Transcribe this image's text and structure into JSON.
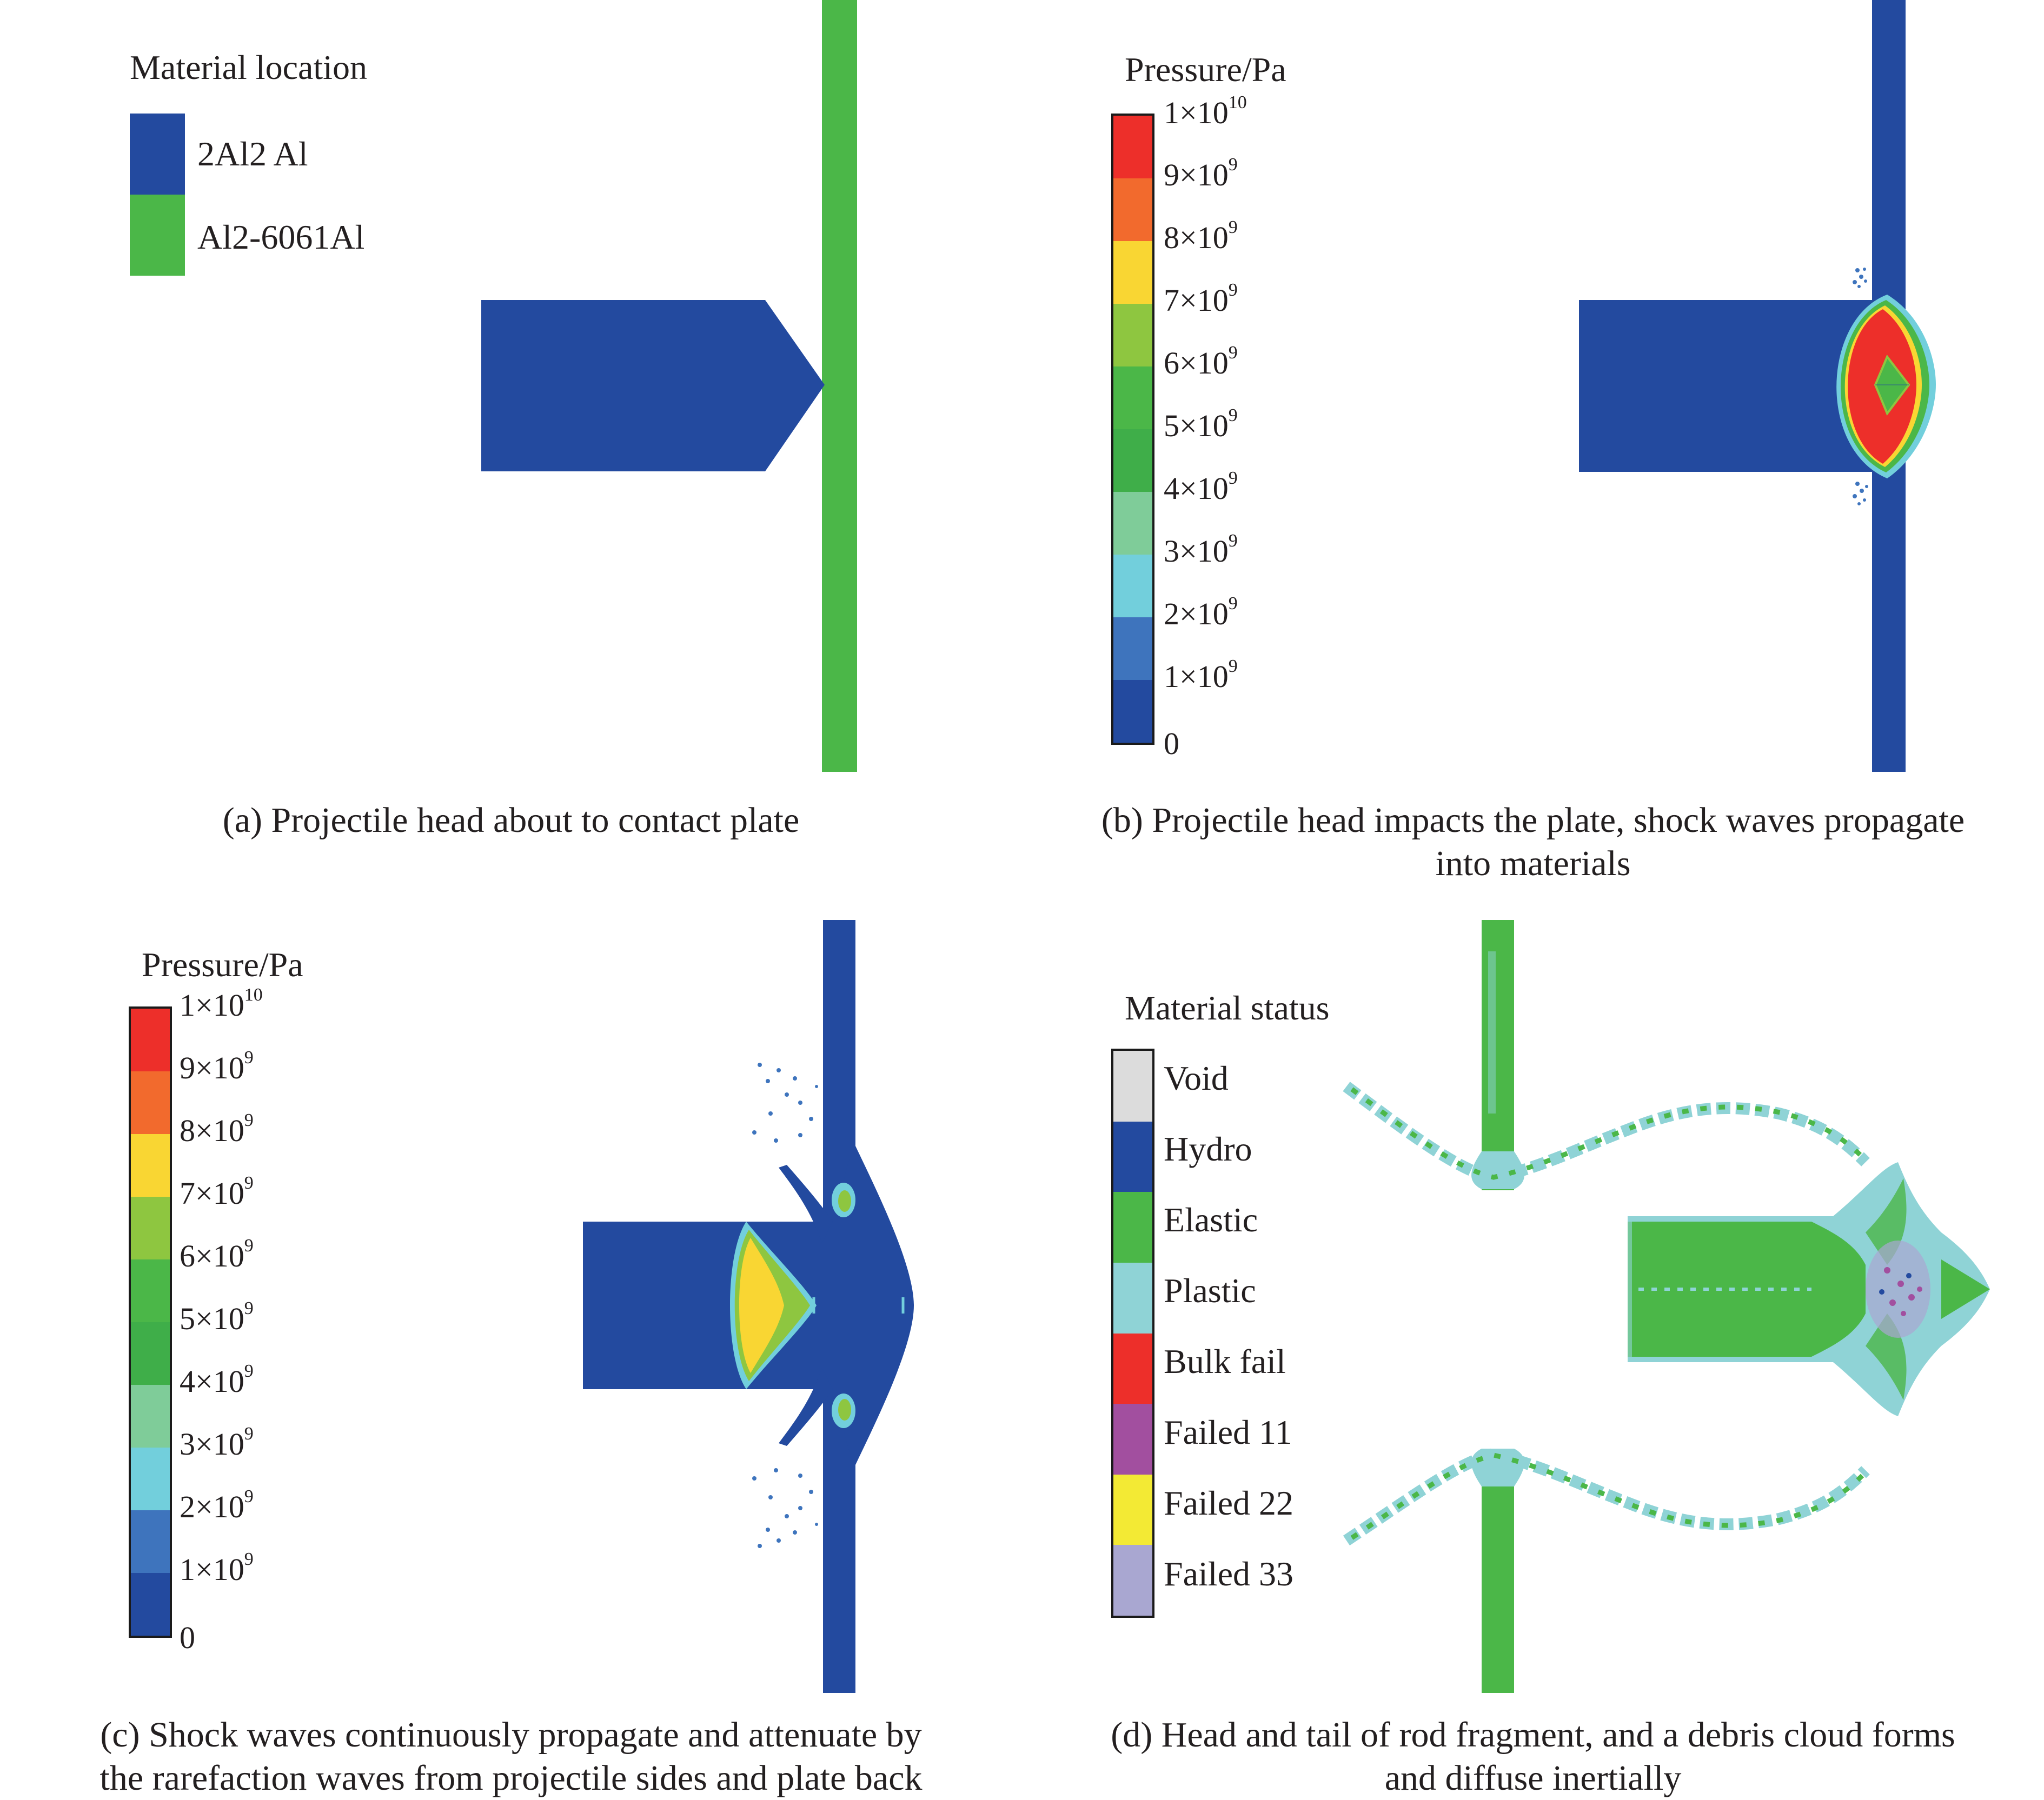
{
  "colors": {
    "projectile_blue": "#234a9f",
    "plate_green": "#4bb748",
    "red": "#ed2f2a",
    "orange": "#f26a2d",
    "yellow": "#f9d633",
    "light_green": "#8ec640",
    "green": "#4bb748",
    "mint": "#7fcc99",
    "cyan": "#72cfdc",
    "mid_blue": "#3e74bd",
    "dark_blue": "#234a9f"
  },
  "panel_a": {
    "legend_title": "Material location",
    "legend_items": [
      {
        "label": "2Al2 Al",
        "color": "#234a9f"
      },
      {
        "label": "Al2-6061Al",
        "color": "#4bb748"
      }
    ],
    "caption": "(a) Projectile head about to contact plate"
  },
  "panel_b": {
    "legend_title": "Pressure/Pa",
    "caption_line1": "(b) Projectile head impacts the plate, shock waves propagate",
    "caption_line2": "into materials"
  },
  "panel_c": {
    "legend_title": "Pressure/Pa",
    "caption_line1": "(c) Shock waves continuously propagate and attenuate by",
    "caption_line2": "the rarefaction waves from projectile sides and plate back"
  },
  "panel_d": {
    "legend_title": "Material status",
    "legend_items": [
      {
        "label": "Void",
        "color": "#dcdcdc"
      },
      {
        "label": "Hydro",
        "color": "#234a9f"
      },
      {
        "label": "Elastic",
        "color": "#4bb748"
      },
      {
        "label": "Plastic",
        "color": "#8fd3d6"
      },
      {
        "label": "Bulk fail",
        "color": "#ed2f2a"
      },
      {
        "label": "Failed 11",
        "color": "#a24f9f"
      },
      {
        "label": "Failed 22",
        "color": "#f3ea34"
      },
      {
        "label": "Failed 33",
        "color": "#a9a7d1"
      }
    ],
    "caption_line1": "(d) Head and tail of rod fragment, and a debris cloud forms",
    "caption_line2": "and diffuse inertially"
  },
  "pressure_scale": {
    "bands_top_to_bottom": [
      "#ed2f2a",
      "#f26a2d",
      "#f9d633",
      "#8ec640",
      "#4bb748",
      "#3fae49",
      "#7fcc99",
      "#72cfdc",
      "#3e74bd",
      "#234a9f"
    ],
    "ticks": [
      {
        "base": "1×10",
        "exp": "10"
      },
      {
        "base": "9×10",
        "exp": "9"
      },
      {
        "base": "8×10",
        "exp": "9"
      },
      {
        "base": "7×10",
        "exp": "9"
      },
      {
        "base": "6×10",
        "exp": "9"
      },
      {
        "base": "5×10",
        "exp": "9"
      },
      {
        "base": "4×10",
        "exp": "9"
      },
      {
        "base": "3×10",
        "exp": "9"
      },
      {
        "base": "2×10",
        "exp": "9"
      },
      {
        "base": "1×10",
        "exp": "9"
      },
      {
        "base": "0",
        "exp": ""
      }
    ]
  }
}
